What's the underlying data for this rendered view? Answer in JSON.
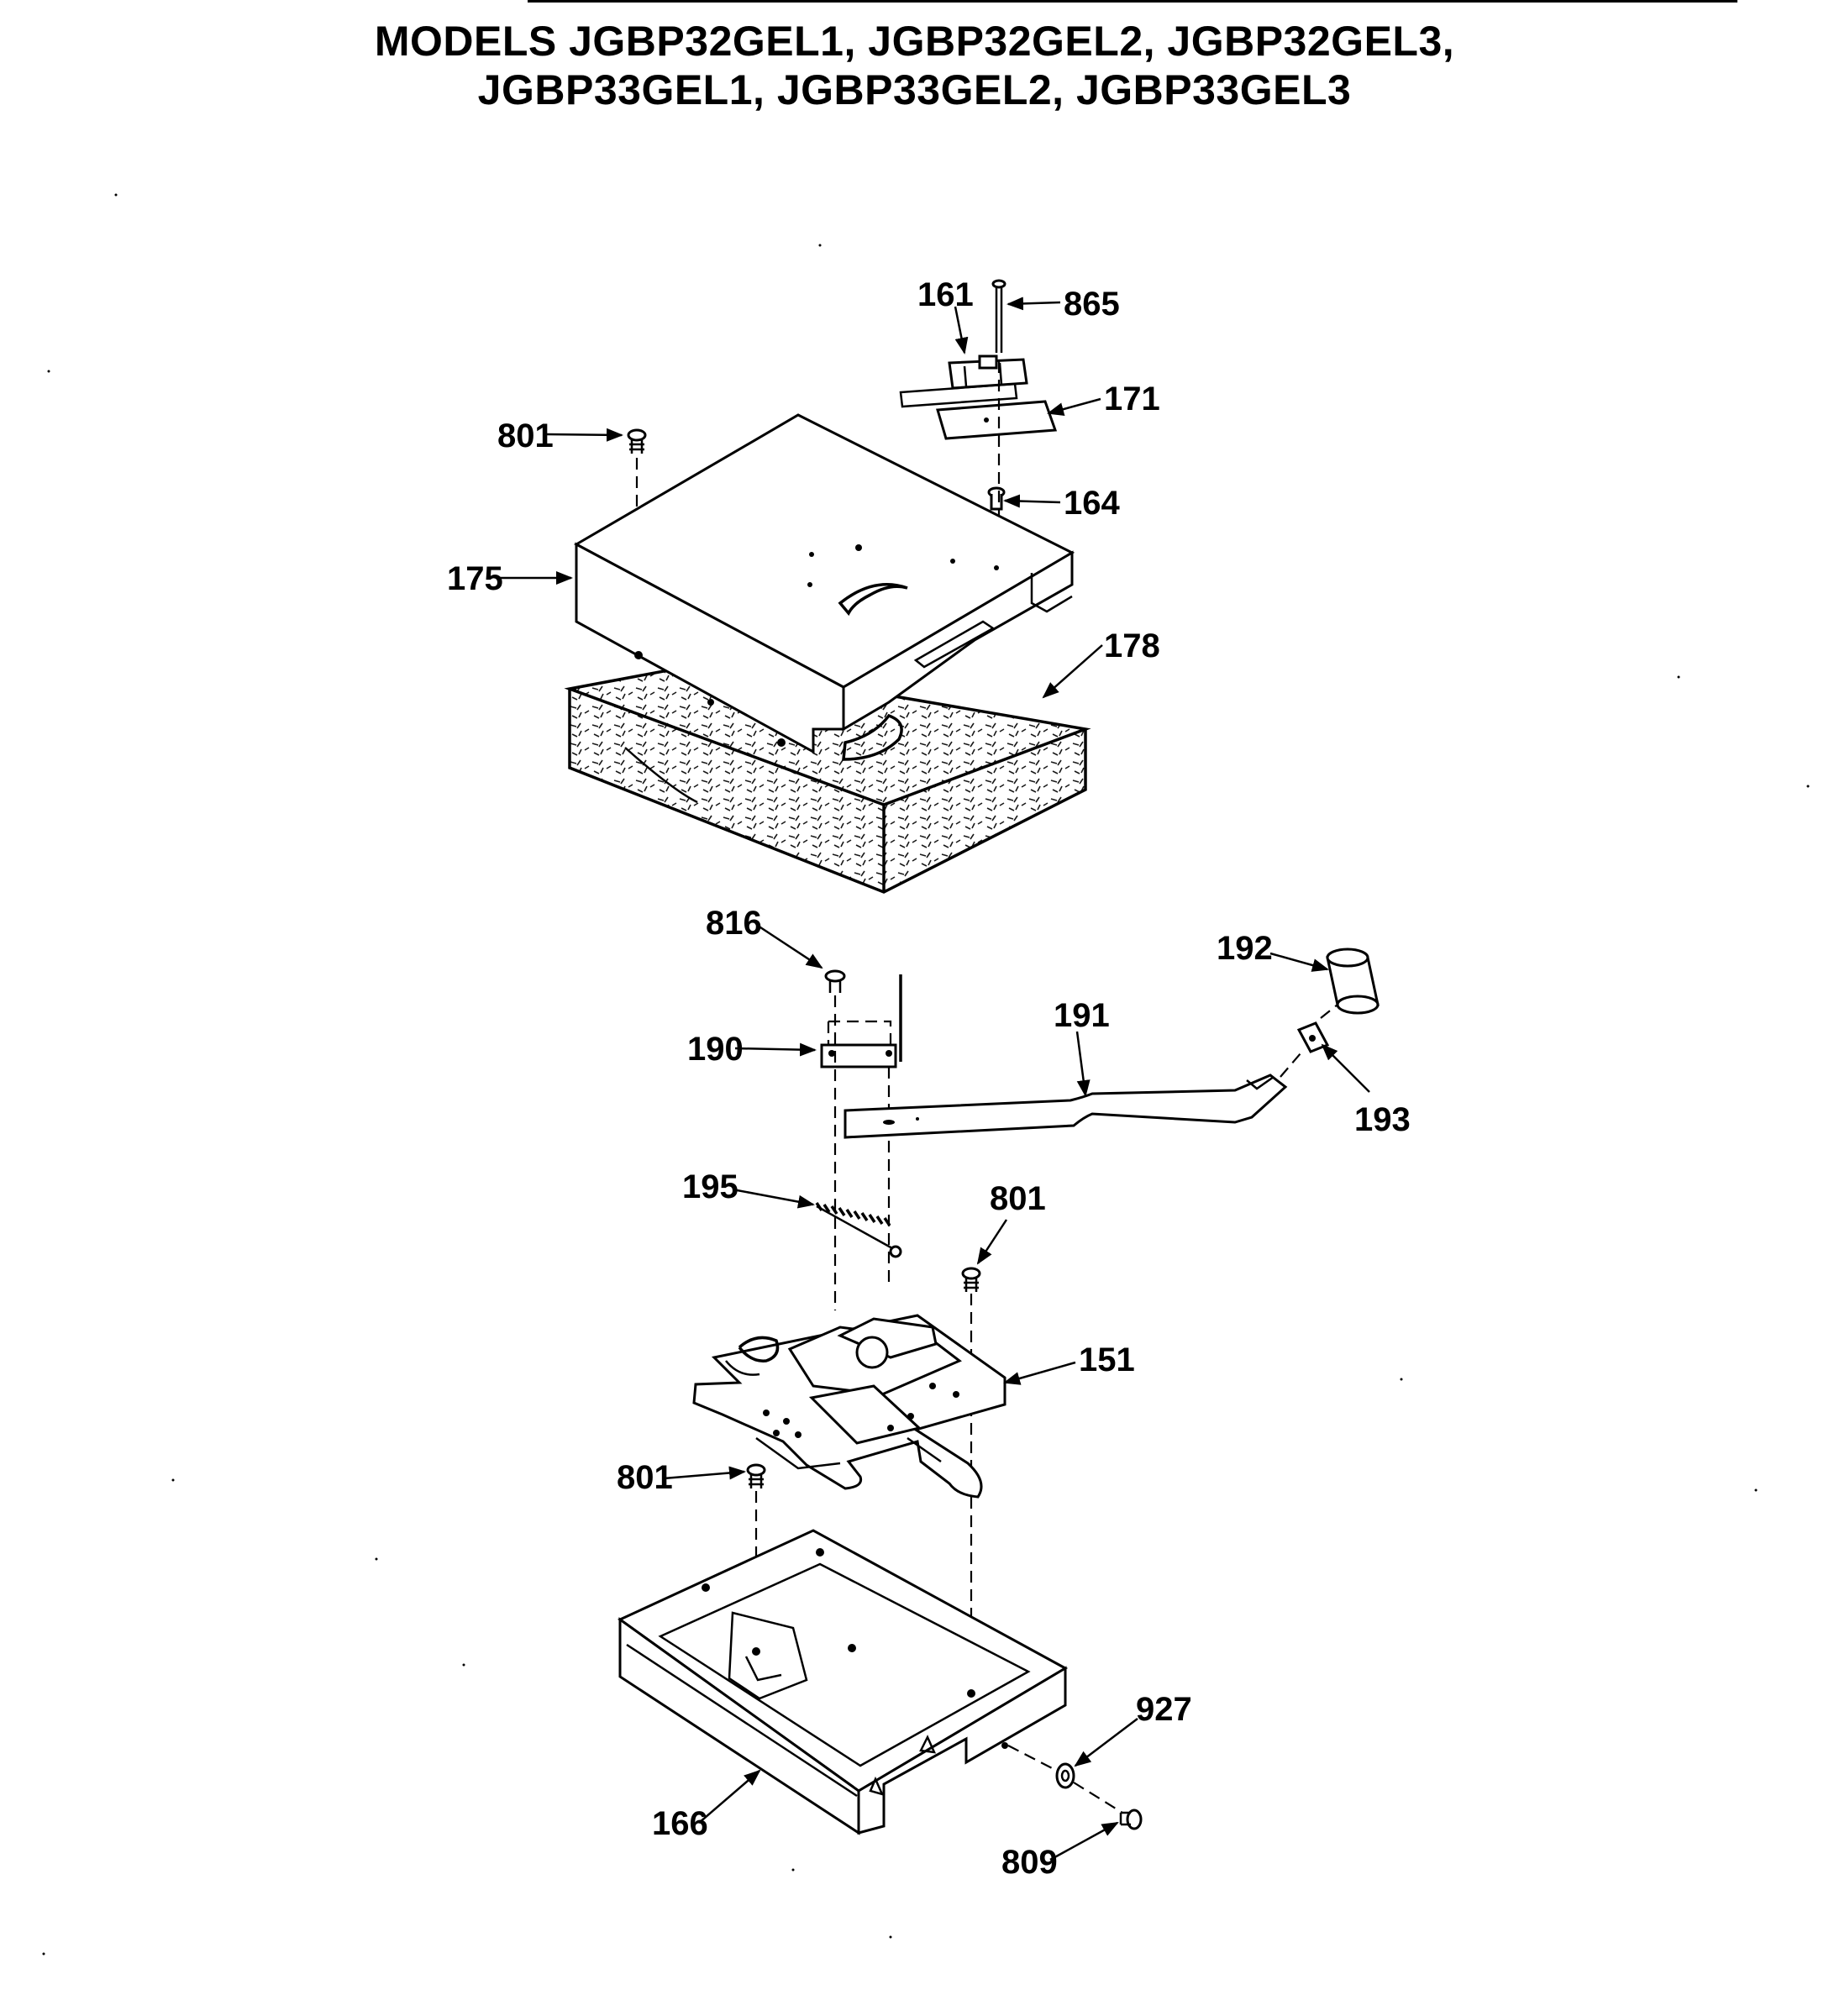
{
  "header": {
    "line1": "MODELS JGBP32GEL1, JGBP32GEL2, JGBP32GEL3,",
    "line2": "JGBP33GEL1, JGBP33GEL2, JGBP33GEL3"
  },
  "callouts": {
    "p161": "161",
    "p865": "865",
    "p171": "171",
    "p801a": "801",
    "p164": "164",
    "p175": "175",
    "p178": "178",
    "p816": "816",
    "p192": "192",
    "p191": "191",
    "p190": "190",
    "p193": "193",
    "p195": "195",
    "p801b": "801",
    "p151": "151",
    "p801c": "801",
    "p927": "927",
    "p166": "166",
    "p809": "809"
  }
}
